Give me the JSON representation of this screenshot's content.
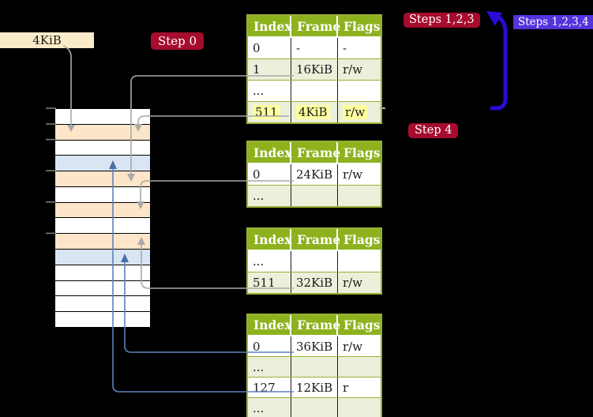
{
  "page_size_label": "4KiB",
  "badges": {
    "step0": "Step 0",
    "steps123": "Steps 1,2,3",
    "steps1234": "Steps 1,2,3,4",
    "step4": "Step 4"
  },
  "memory_stack": {
    "rows": [
      "white",
      "peach",
      "white",
      "blue",
      "peach",
      "white",
      "peach",
      "white",
      "peach",
      "blue",
      "white",
      "white",
      "white",
      "white"
    ],
    "tick_count": 6
  },
  "tables": [
    {
      "name": "page-table-top",
      "headers": [
        "Index",
        "Frame",
        "Flags"
      ],
      "rows": [
        [
          "0",
          "-",
          "-"
        ],
        [
          "1",
          "16KiB",
          "r/w"
        ],
        [
          "...",
          "",
          ""
        ],
        [
          "511",
          "4KiB",
          "r/w"
        ]
      ],
      "highlighted_row": 3
    },
    {
      "name": "page-table-second",
      "headers": [
        "Index",
        "Frame",
        "Flags"
      ],
      "rows": [
        [
          "0",
          "24KiB",
          "r/w"
        ],
        [
          "...",
          "",
          ""
        ]
      ]
    },
    {
      "name": "page-table-third",
      "headers": [
        "Index",
        "Frame",
        "Flags"
      ],
      "rows": [
        [
          "...",
          "",
          ""
        ],
        [
          "511",
          "32KiB",
          "r/w"
        ]
      ]
    },
    {
      "name": "page-table-bottom",
      "headers": [
        "Index",
        "Frame",
        "Flags"
      ],
      "rows": [
        [
          "0",
          "36KiB",
          "r/w"
        ],
        [
          "...",
          "",
          ""
        ],
        [
          "127",
          "12KiB",
          "r"
        ],
        [
          "...",
          "",
          ""
        ]
      ]
    }
  ],
  "colors": {
    "white": "#ffffff",
    "peach": "#fce5c8",
    "blue": "#dae5f4",
    "header_green": "#8db21e",
    "row_green": "#ebf0da",
    "table_border_olive": "#9aaf35",
    "badge_red": "#a60c2e",
    "badge_blue": "#5433dd",
    "thick_arrow_blue": "#2a0bd8",
    "connector_gray": "#a9a9a9",
    "connector_blue": "#5b82b8",
    "highlight_yellow": "#ffff9e",
    "label_tan": "#fbecc9",
    "background": "#000000"
  }
}
